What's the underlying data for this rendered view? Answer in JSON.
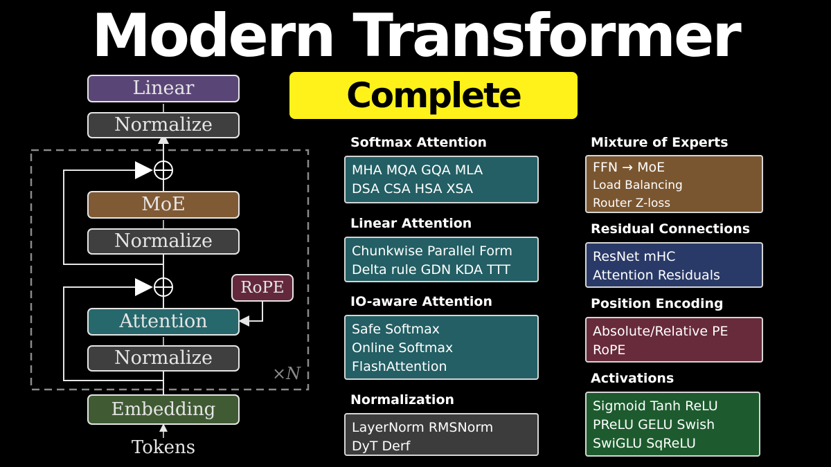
{
  "header": {
    "title": "Modern Transformer",
    "subtitle": "Complete Guide"
  },
  "diagram": {
    "blocks": {
      "linear": "Linear",
      "normalize_top": "Normalize",
      "moe": "MoE",
      "normalize_mid": "Normalize",
      "attention": "Attention",
      "normalize_bottom": "Normalize",
      "embedding": "Embedding",
      "rope": "RoPE"
    },
    "input_label": "Tokens",
    "repeat_label": "×N"
  },
  "sections": {
    "softmax_attention": {
      "title": "Softmax Attention",
      "lines": [
        "MHA MQA GQA MLA",
        "DSA CSA HSA XSA"
      ]
    },
    "linear_attention": {
      "title": "Linear Attention",
      "lines": [
        "Chunkwise Parallel Form",
        "Delta rule GDN KDA TTT"
      ]
    },
    "io_aware_attention": {
      "title": "IO-aware Attention",
      "lines": [
        "Safe Softmax",
        "Online Softmax",
        "FlashAttention"
      ]
    },
    "normalization": {
      "title": "Normalization",
      "lines": [
        "LayerNorm RMSNorm",
        "DyT Derf"
      ]
    },
    "mixture_of_experts": {
      "title": "Mixture of Experts",
      "lines": [
        "FFN → MoE",
        "Load Balancing",
        "Router Z-loss"
      ]
    },
    "residual_connections": {
      "title": "Residual Connections",
      "lines": [
        "ResNet mHC",
        "Attention Residuals"
      ]
    },
    "position_encoding": {
      "title": "Position Encoding",
      "lines": [
        "Absolute/Relative PE",
        "RoPE"
      ]
    },
    "activations": {
      "title": "Activations",
      "lines": [
        "Sigmoid Tanh ReLU",
        "PReLU GELU Swish",
        "SwiGLU SqReLU"
      ]
    }
  },
  "colors": {
    "background": "#000000",
    "subtitle_bg": "#fff21a",
    "linear": "#5a4676",
    "normalize": "#3f3f3f",
    "moe": "#7f5a35",
    "attention": "#27686c",
    "embedding": "#405b34",
    "rope": "#63283b",
    "card_teal": "#235f64",
    "card_gray": "#3c3c3c",
    "card_brown": "#7a5630",
    "card_blue": "#2a3a68",
    "card_rose": "#682b3b",
    "card_green": "#1d5b2e"
  }
}
